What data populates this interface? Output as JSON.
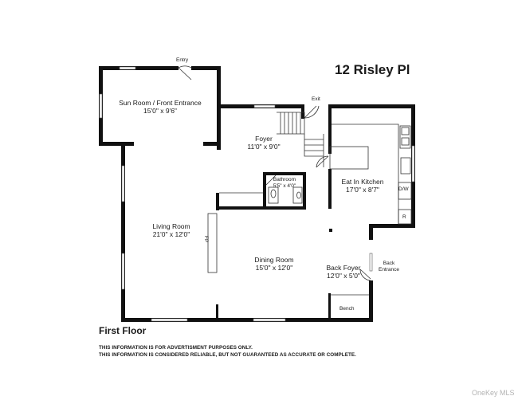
{
  "header": {
    "title": "12 Risley Pl"
  },
  "floor_label": "First Floor",
  "rooms": [
    {
      "id": "sun-room",
      "name": "Sun Room / Front Entrance",
      "dims": "15'0\" x 9'6\""
    },
    {
      "id": "foyer",
      "name": "Foyer",
      "dims": "11'0\" x 9'0\""
    },
    {
      "id": "bathroom",
      "name": "Bathroom",
      "dims": "5'5\" x 4'0\""
    },
    {
      "id": "eat-in-kitchen",
      "name": "Eat In Kitchen",
      "dims": "17'0\" x 8'7\""
    },
    {
      "id": "living-room",
      "name": "Living Room",
      "dims": "21'0\" x 12'0\""
    },
    {
      "id": "dining-room",
      "name": "Dining Room",
      "dims": "15'0\" x 12'0\""
    },
    {
      "id": "back-foyer",
      "name": "Back Foyer",
      "dims": "12'0\" x 5'0\""
    }
  ],
  "labels": {
    "entry": "Entry",
    "exit": "Exit",
    "back_entrance_1": "Back",
    "back_entrance_2": "Entrance",
    "fireplace": "FP",
    "dishwasher": "D/W",
    "refrigerator": "R",
    "bench": "Bench"
  },
  "disclaimer": [
    "THIS INFORMATION IS FOR ADVERTISMENT PURPOSES ONLY.",
    "THIS INFORMATION IS CONSIDERED RELIABLE, BUT NOT GUARANTEED AS ACCURATE OR COMPLETE."
  ],
  "watermark": "OneKey MLS",
  "colors": {
    "wall": "#111111",
    "text": "#1a1a1a",
    "watermark": "#b3b3b3"
  }
}
